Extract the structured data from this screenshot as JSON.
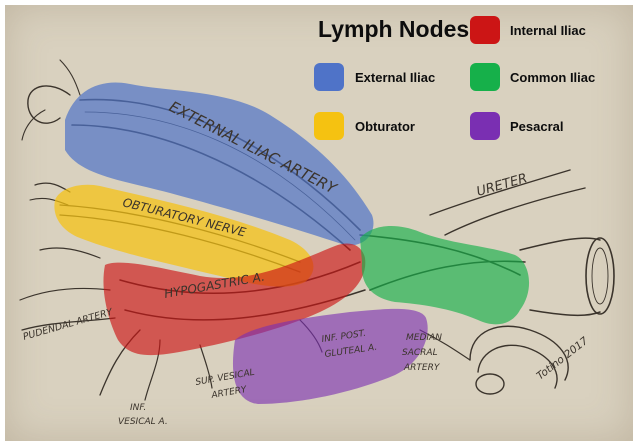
{
  "legend": {
    "title": "Lymph Nodes",
    "items": [
      {
        "label": "Internal Iliac",
        "color": "#cc1515"
      },
      {
        "label": "External Iliac",
        "color": "#4f73c8"
      },
      {
        "label": "Common Iliac",
        "color": "#16b04a"
      },
      {
        "label": "Obturator",
        "color": "#f5c211"
      },
      {
        "label": "Pesacral",
        "color": "#7a2fb2"
      }
    ]
  },
  "sketch_labels": {
    "external_iliac_artery": "EXTERNAL ILIAC ARTERY",
    "obturatory_nerve": "OBTURATORY NERVE",
    "hypogastric": "HYPOGASTRIC A.",
    "ureter": "URETER",
    "pudendal_artery": "PUDENDAL ARTERY",
    "inf_post_gluteal_1": "INF. POST.",
    "inf_post_gluteal_2": "GLUTEAL A.",
    "median_sacral_1": "MEDIAN",
    "median_sacral_2": "SACRAL",
    "median_sacral_3": "ARTERY",
    "sup_vesical_1": "SUP. VESICAL",
    "sup_vesical_2": "ARTERY",
    "inf_vesical_1": "INF.",
    "inf_vesical_2": "VESICAL A.",
    "signature": "Totino 2017"
  }
}
